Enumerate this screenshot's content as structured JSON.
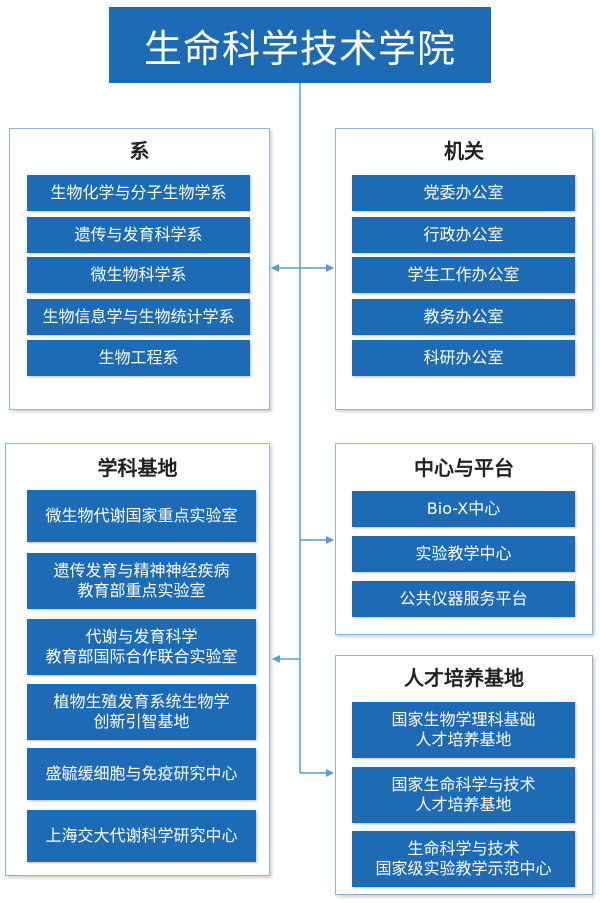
{
  "title": "生命科学技术学院",
  "departments": {
    "heading": "系",
    "items": [
      "生物化学与分子生物学系",
      "遗传与发育科学系",
      "微生物科学系",
      "生物信息学与生物统计学系",
      "生物工程系"
    ]
  },
  "offices": {
    "heading": "机关",
    "items": [
      "党委办公室",
      "行政办公室",
      "学生工作办公室",
      "教务办公室",
      "科研办公室"
    ]
  },
  "bases": {
    "heading": "学科基地",
    "items": [
      "微生物代谢国家重点实验室",
      "遗传发育与精神神经疾病\n教育部重点实验室",
      "代谢与发育科学\n教育部国际合作联合实验室",
      "植物生殖发育系统生物学\n创新引智基地",
      "盛毓缓细胞与免疫研究中心",
      "上海交大代谢科学研究中心"
    ]
  },
  "centers": {
    "heading": "中心与平台",
    "items": [
      "Bio-X中心",
      "实验教学中心",
      "公共仪器服务平台"
    ]
  },
  "talent": {
    "heading": "人才培养基地",
    "items": [
      "国家生物学理科基础\n人才培养基地",
      "国家生命科学与技术\n人才培养基地",
      "生命科学与技术\n国家级实验教学示范中心"
    ]
  },
  "colors": {
    "box_fill": "#1d6bb5",
    "panel_border": "#8fb3d9",
    "connector": "#5b9bd5"
  }
}
